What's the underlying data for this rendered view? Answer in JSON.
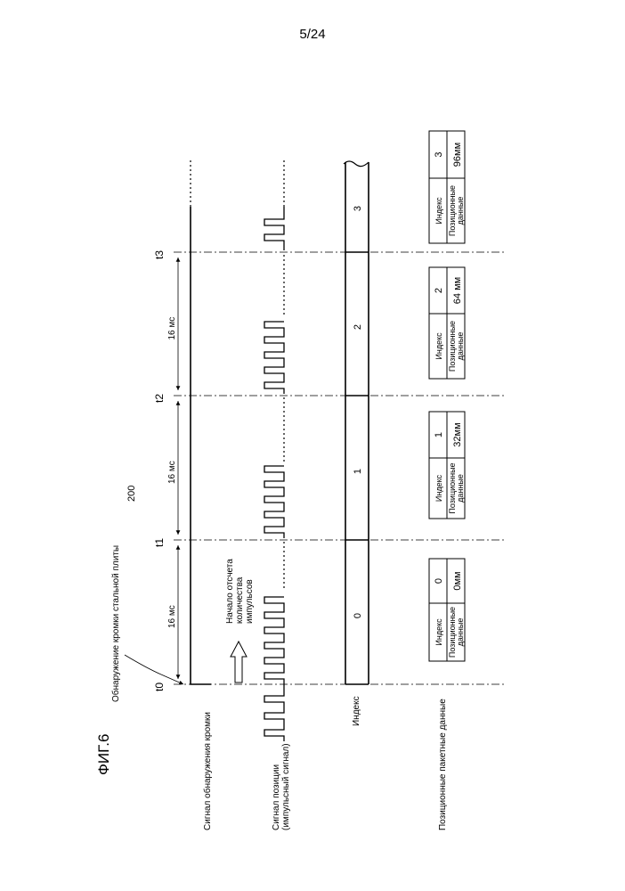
{
  "page_number": "5/24",
  "figure": {
    "title": "ФИГ.6",
    "ref_numeral": "200",
    "edge_annotation": "Обнаружение кромки стальной плиты",
    "count_start_note": [
      "Начало отсчета",
      "количества",
      "импульсов"
    ],
    "interval_label": "16 мс",
    "time_marks": [
      "t0",
      "t1",
      "t2",
      "t3"
    ],
    "row_labels": {
      "edge_signal": "Сигнал обнаружения кромки",
      "position_signal": [
        "Сигнал позиции",
        "(импульсный сигнал)"
      ],
      "index": "Индекс",
      "packet_data": "Позиционные пакетные данные"
    },
    "index_values": [
      "0",
      "1",
      "2",
      "3"
    ],
    "packets": [
      {
        "index_label": "Индекс",
        "index": "0",
        "pos_label": [
          "Позиционные",
          "данные"
        ],
        "pos_value": "0мм"
      },
      {
        "index_label": "Индекс",
        "index": "1",
        "pos_label": [
          "Позиционные",
          "данные"
        ],
        "pos_value": "32мм"
      },
      {
        "index_label": "Индекс",
        "index": "2",
        "pos_label": [
          "Позиционные",
          "данные"
        ],
        "pos_value": "64 мм"
      },
      {
        "index_label": "Индекс",
        "index": "3",
        "pos_label": [
          "Позиционные",
          "данные"
        ],
        "pos_value": "96мм"
      }
    ]
  }
}
